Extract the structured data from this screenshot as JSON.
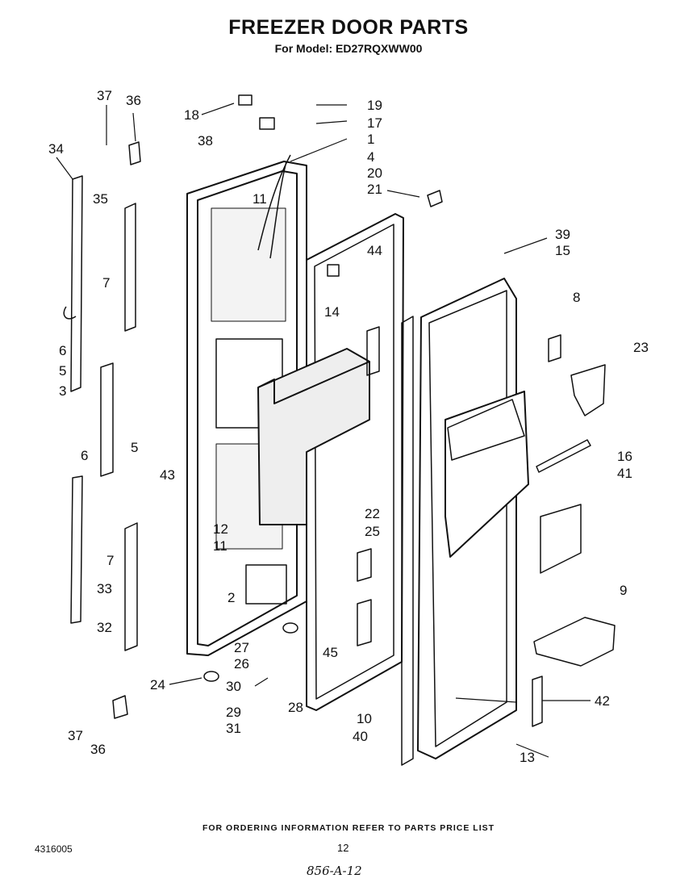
{
  "title": "FREEZER DOOR PARTS",
  "subtitle": "For Model: ED27RQXWW00",
  "footer": "FOR ORDERING INFORMATION REFER TO PARTS PRICE LIST",
  "doc_number": "4316005",
  "page_number": "12",
  "handwritten_note": "856-A-12",
  "callouts": [
    "37",
    "36",
    "34",
    "35",
    "7",
    "6",
    "5",
    "3",
    "6",
    "5",
    "43",
    "7",
    "33",
    "32",
    "37",
    "36",
    "18",
    "38",
    "19",
    "17",
    "1",
    "4",
    "20",
    "21",
    "11",
    "44",
    "39",
    "15",
    "14",
    "8",
    "23",
    "16",
    "41",
    "12",
    "11",
    "22",
    "25",
    "2",
    "9",
    "27",
    "26",
    "24",
    "30",
    "28",
    "29",
    "31",
    "45",
    "10",
    "40",
    "42",
    "13"
  ]
}
